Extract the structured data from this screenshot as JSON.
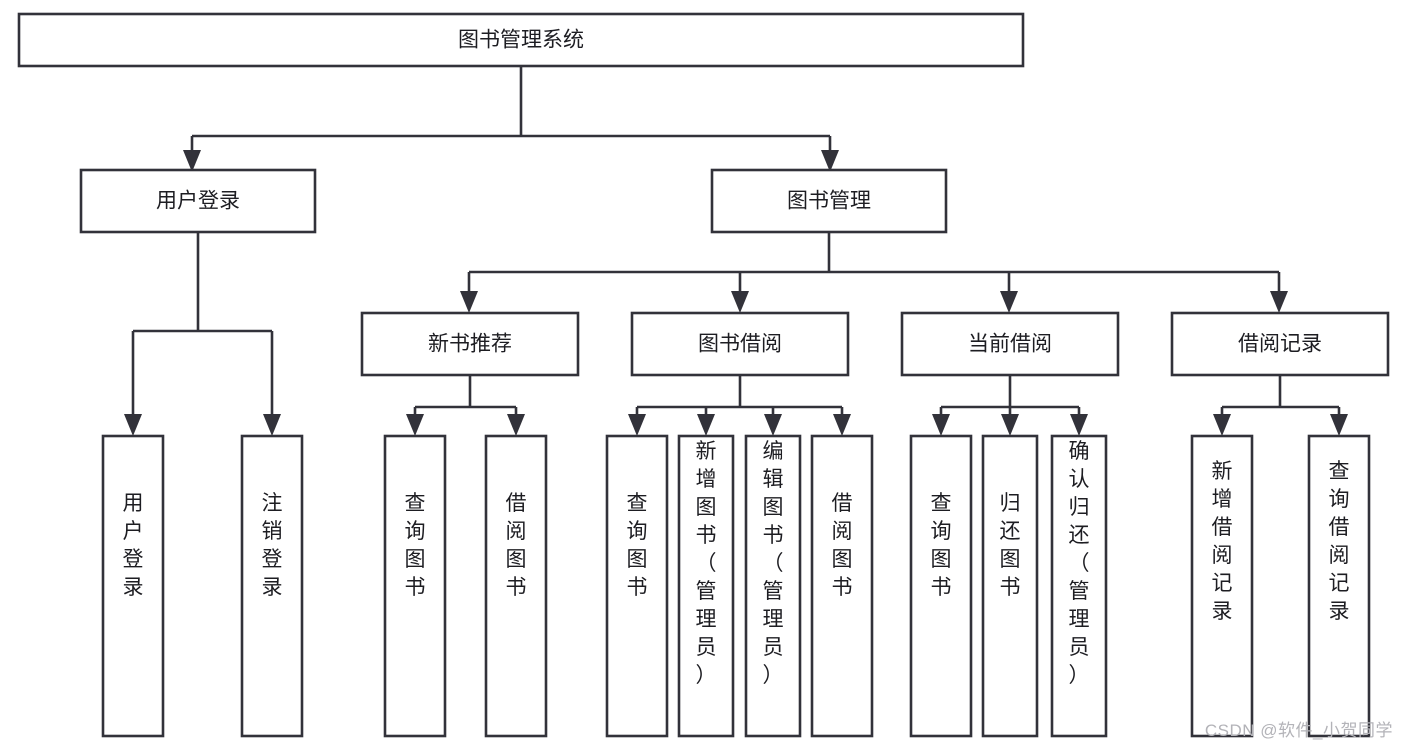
{
  "diagram": {
    "type": "tree",
    "title": "图书管理系统",
    "orientation": "top-down",
    "root": {
      "id": "root",
      "label": "图书管理系统",
      "level": 0
    },
    "level1": [
      {
        "id": "user-login",
        "label": "用户登录"
      },
      {
        "id": "book-management",
        "label": "图书管理"
      }
    ],
    "level2": [
      {
        "id": "new-book-recommend",
        "label": "新书推荐",
        "parent": "book-management"
      },
      {
        "id": "book-borrow",
        "label": "图书借阅",
        "parent": "book-management"
      },
      {
        "id": "current-borrow",
        "label": "当前借阅",
        "parent": "book-management"
      },
      {
        "id": "borrow-record",
        "label": "借阅记录",
        "parent": "book-management"
      }
    ],
    "leaves": {
      "user-login": [
        {
          "id": "leaf-user-login",
          "label": "用户登录"
        },
        {
          "id": "leaf-user-logout",
          "label": "注销登录"
        }
      ],
      "new-book-recommend": [
        {
          "id": "leaf-query-book-1",
          "label": "查询图书"
        },
        {
          "id": "leaf-borrow-book-1",
          "label": "借阅图书"
        }
      ],
      "book-borrow": [
        {
          "id": "leaf-query-book-2",
          "label": "查询图书"
        },
        {
          "id": "leaf-add-book",
          "label": "新增图书（管理员）"
        },
        {
          "id": "leaf-edit-book",
          "label": "编辑图书（管理员）"
        },
        {
          "id": "leaf-borrow-book-2",
          "label": "借阅图书"
        }
      ],
      "current-borrow": [
        {
          "id": "leaf-query-book-3",
          "label": "查询图书"
        },
        {
          "id": "leaf-return-book",
          "label": "归还图书"
        },
        {
          "id": "leaf-confirm-return",
          "label": "确认归还（管理员）"
        }
      ],
      "borrow-record": [
        {
          "id": "leaf-add-record",
          "label": "新增借阅记录"
        },
        {
          "id": "leaf-query-record",
          "label": "查询借阅记录"
        }
      ]
    },
    "colors": {
      "stroke": "#32323a",
      "box_fill": "#ffffff",
      "text": "#1d1d22",
      "background": "#ffffff",
      "watermark": "#b3b3b8"
    }
  },
  "watermark": {
    "text": "CSDN @软件_小贺同学"
  }
}
